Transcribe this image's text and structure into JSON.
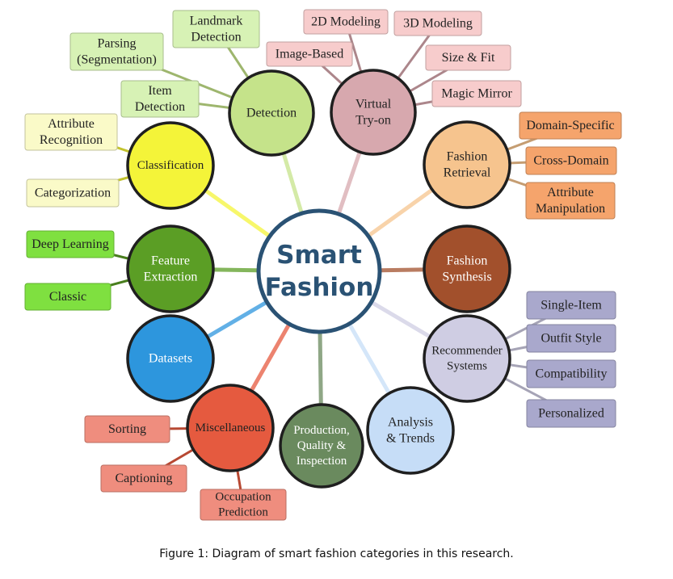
{
  "center": {
    "line1": "Smart",
    "line2": "Fashion"
  },
  "caption": "Figure 1: Diagram of smart fashion categories in this research.",
  "nodes": {
    "detection": {
      "label": [
        "Detection"
      ],
      "color": "#c5e38a"
    },
    "virtual_tryon": {
      "label": [
        "Virtual",
        "Try-on"
      ],
      "color": "#d7a8ae"
    },
    "fashion_retrieval": {
      "label": [
        "Fashion",
        "Retrieval"
      ],
      "color": "#f6c48e"
    },
    "fashion_synthesis": {
      "label": [
        "Fashion",
        "Synthesis"
      ],
      "color": "#a2502c"
    },
    "recommender_systems": {
      "label": [
        "Recommender",
        "Systems"
      ],
      "color": "#cfcde3"
    },
    "analysis_trends": {
      "label": [
        "Analysis",
        "& Trends"
      ],
      "color": "#c6ddf7"
    },
    "production_quality": {
      "label": [
        "Production,",
        "Quality &",
        "Inspection"
      ],
      "color": "#6a8a5e"
    },
    "miscellaneous": {
      "label": [
        "Miscellaneous"
      ],
      "color": "#e55a3f"
    },
    "datasets": {
      "label": [
        "Datasets"
      ],
      "color": "#2d96dd"
    },
    "feature_extraction": {
      "label": [
        "Feature",
        "Extraction"
      ],
      "color": "#5b9e25"
    },
    "classification": {
      "label": [
        "Classification"
      ],
      "color": "#f4f439"
    }
  },
  "boxes": {
    "landmark_detection": {
      "label": [
        "Landmark",
        "Detection"
      ],
      "color": "#d7f2b5"
    },
    "parsing": {
      "label": [
        "Parsing",
        "(Segmentation)"
      ],
      "color": "#d7f2b5"
    },
    "item_detection": {
      "label": [
        "Item",
        "Detection"
      ],
      "color": "#d7f2b5"
    },
    "2d_modeling": {
      "label": [
        "2D Modeling"
      ],
      "color": "#f7cccc"
    },
    "3d_modeling": {
      "label": [
        "3D Modeling"
      ],
      "color": "#f7cccc"
    },
    "image_based": {
      "label": [
        "Image-Based"
      ],
      "color": "#f7cccc"
    },
    "size_fit": {
      "label": [
        "Size & Fit"
      ],
      "color": "#f7cccc"
    },
    "magic_mirror": {
      "label": [
        "Magic Mirror"
      ],
      "color": "#f7cccc"
    },
    "domain_specific": {
      "label": [
        "Domain-Specific"
      ],
      "color": "#f5a46c"
    },
    "cross_domain": {
      "label": [
        "Cross-Domain"
      ],
      "color": "#f5a46c"
    },
    "attribute_manipulation": {
      "label": [
        "Attribute",
        "Manipulation"
      ],
      "color": "#f5a46c"
    },
    "single_item": {
      "label": [
        "Single-Item"
      ],
      "color": "#a9a8cc"
    },
    "outfit_style": {
      "label": [
        "Outfit Style"
      ],
      "color": "#a9a8cc"
    },
    "compatibility": {
      "label": [
        "Compatibility"
      ],
      "color": "#a9a8cc"
    },
    "personalized": {
      "label": [
        "Personalized"
      ],
      "color": "#a9a8cc"
    },
    "sorting": {
      "label": [
        "Sorting"
      ],
      "color": "#ef8d7e"
    },
    "captioning": {
      "label": [
        "Captioning"
      ],
      "color": "#ef8d7e"
    },
    "occupation_prediction": {
      "label": [
        "Occupation",
        "Prediction"
      ],
      "color": "#ef8d7e"
    },
    "attribute_recognition": {
      "label": [
        "Attribute",
        "Recognition"
      ],
      "color": "#fafac8"
    },
    "categorization": {
      "label": [
        "Categorization"
      ],
      "color": "#fafac8"
    },
    "deep_learning": {
      "label": [
        "Deep Learning"
      ],
      "color": "#7fe040"
    },
    "classic": {
      "label": [
        "Classic"
      ],
      "color": "#7fe040"
    }
  }
}
